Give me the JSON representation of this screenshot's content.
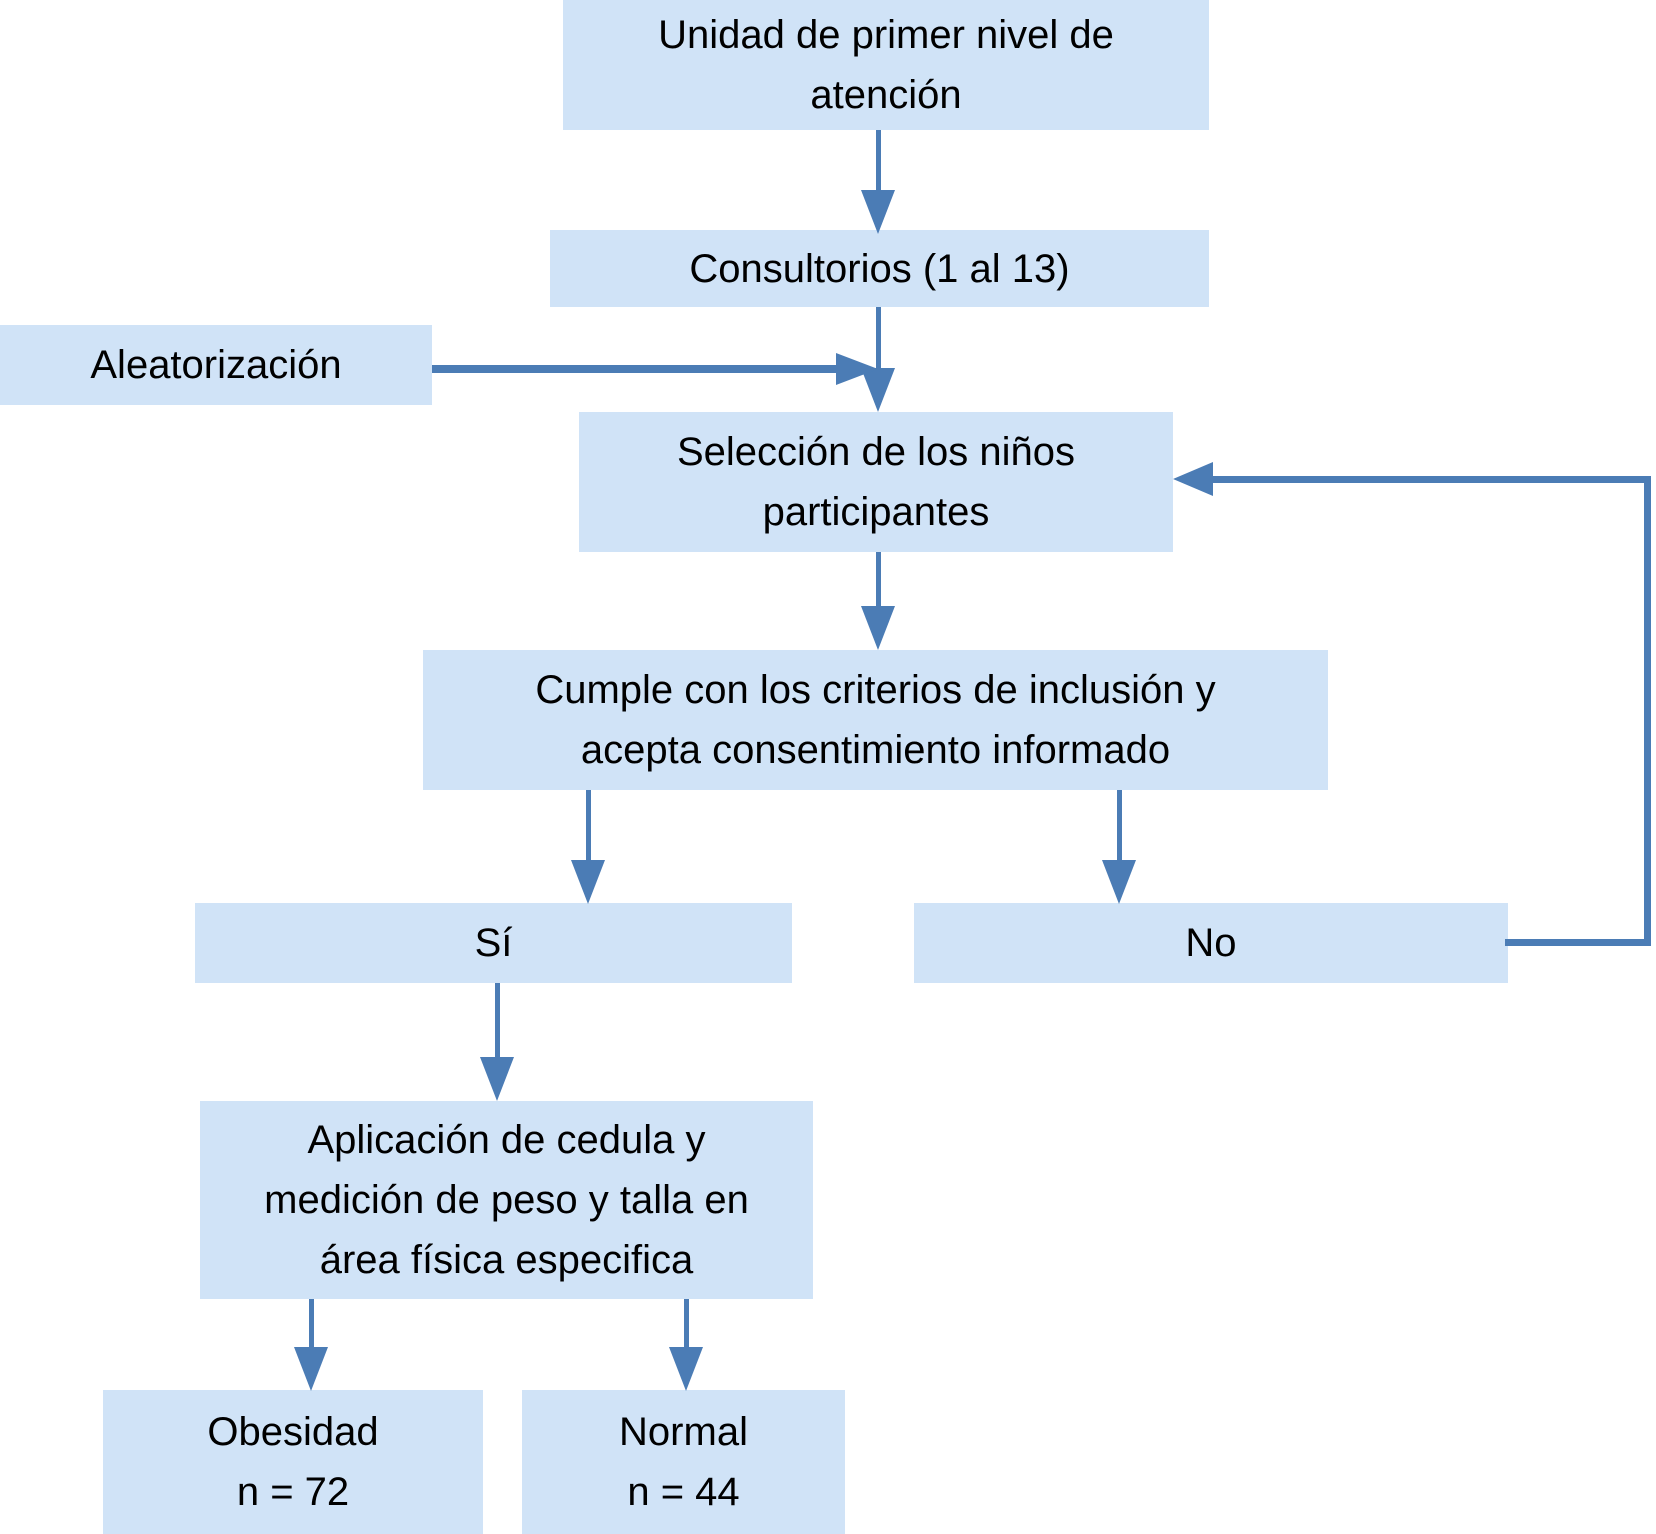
{
  "diagram": {
    "type": "flowchart",
    "colors": {
      "box_fill": "#d0e3f7",
      "arrow": "#4b7cb5",
      "text": "#000000",
      "background": "#ffffff"
    },
    "nodes": {
      "unidad": {
        "label": "Unidad de primer nivel de\natención"
      },
      "consultorios": {
        "label": "Consultorios (1 al 13)"
      },
      "aleatorizacion": {
        "label": "Aleatorización"
      },
      "seleccion": {
        "label": "Selección de los niños\nparticipantes"
      },
      "cumple": {
        "label": "Cumple con los criterios de inclusión y\nacepta consentimiento informado"
      },
      "si": {
        "label": "Sí"
      },
      "no": {
        "label": "No"
      },
      "aplicacion": {
        "label": "Aplicación de cedula y\nmedición de peso y talla en\nárea física especifica"
      },
      "obesidad": {
        "label": "Obesidad\nn = 72"
      },
      "normal": {
        "label": "Normal\nn = 44"
      }
    }
  }
}
